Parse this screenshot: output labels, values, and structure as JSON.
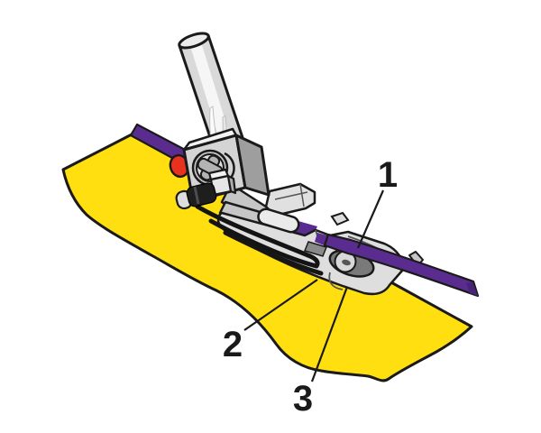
{
  "figure": {
    "callouts": [
      {
        "number": "1"
      },
      {
        "number": "2"
      },
      {
        "number": "3"
      }
    ]
  },
  "colors": {
    "background": "#FFFFFF",
    "fabric_yellow": "#FFDF10",
    "tape_purple": "#5B2C8F",
    "tape_purple_dark": "#482479",
    "knob_red": "#E8311F",
    "metal_light": "#DEDEDE",
    "metal_mid": "#C6C6C6",
    "metal_dark": "#9E9E9E",
    "wire_black": "#141414",
    "outline_black": "#1A1A1A"
  }
}
